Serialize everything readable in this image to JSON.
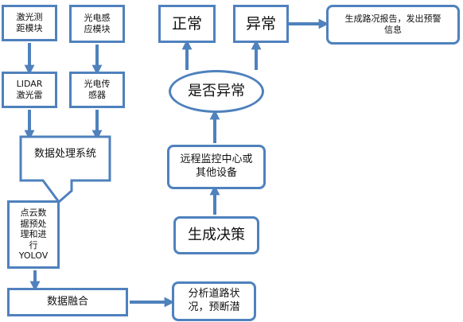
{
  "nodes": {
    "laser_ranging": "激光测\n距模块",
    "photo_sensor_module": "光电感\n应模块",
    "lidar": "LIDAR\n激光雷",
    "photo_sensor": "光电传\n感器",
    "data_processing": "数据处理系统",
    "point_cloud": "点云数\n据预处\n理和进\n行\nYOLOV",
    "data_fusion": "数据融合",
    "analyze_road": "分析道路状\n况，预断潜",
    "decision": "生成决策",
    "remote_center": "远程监控中心或\n其他设备",
    "is_abnormal": "是否异常",
    "normal": "正常",
    "abnormal": "异常",
    "report": "生成路况报告，发出预警\n信息"
  },
  "colors": {
    "accent": "#4f81bd"
  }
}
